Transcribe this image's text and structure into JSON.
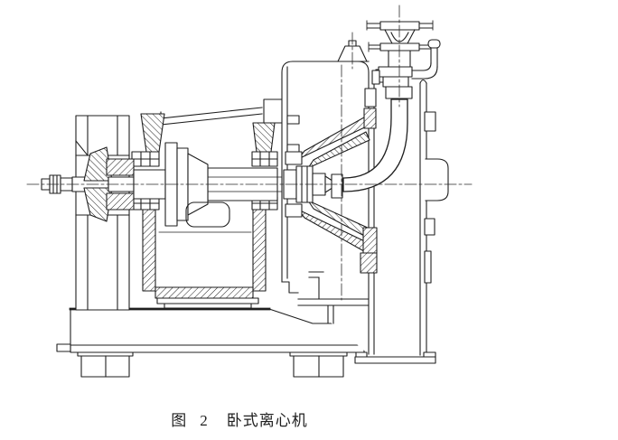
{
  "figure": {
    "caption": {
      "label": "图",
      "number": "2",
      "title": "卧式离心机",
      "text": "图 2 卧式离心机"
    },
    "ink_color": "#1f1f1f",
    "paper_color": "#ffffff"
  }
}
